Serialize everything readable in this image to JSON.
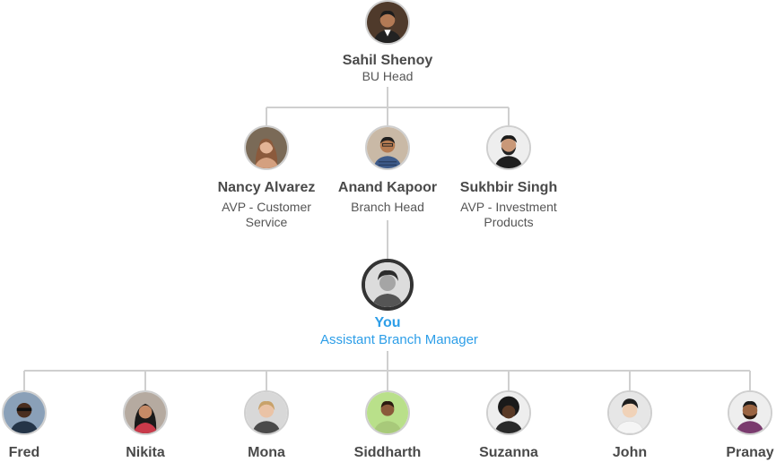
{
  "head": {
    "name": "Sahil Shenoy",
    "role": "BU Head"
  },
  "peers": [
    {
      "name": "Nancy Alvarez",
      "role": "AVP - Customer Service"
    },
    {
      "name": "Anand Kapoor",
      "role": "Branch Head"
    },
    {
      "name": "Sukhbir Singh",
      "role": "AVP - Investment Products"
    }
  ],
  "self": {
    "name": "You",
    "role": "Assistant Branch Manager"
  },
  "reports": [
    {
      "name": "Fred"
    },
    {
      "name": "Nikita"
    },
    {
      "name": "Mona"
    },
    {
      "name": "Siddharth"
    },
    {
      "name": "Suzanna"
    },
    {
      "name": "John"
    },
    {
      "name": "Pranay"
    }
  ],
  "colors": {
    "connector": "#cfcfcf",
    "self_accent": "#2d9ee8",
    "name_text": "#4a4a4a",
    "role_text": "#555555"
  }
}
